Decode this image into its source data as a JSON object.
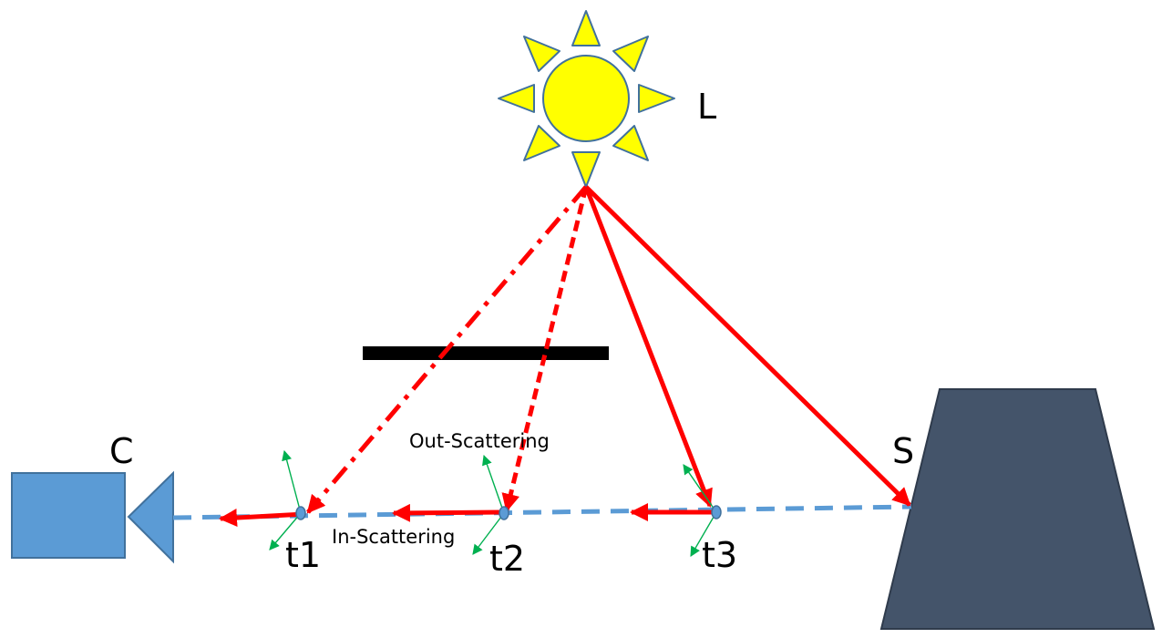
{
  "labels": {
    "light": "L",
    "camera": "C",
    "surface": "S",
    "point_1": "t1",
    "point_2": "t2",
    "point_3": "t3",
    "out_scattering": "Out-Scattering",
    "in_scattering": "In-Scattering"
  },
  "colors": {
    "sun_fill": "#ffff00",
    "sun_stroke": "#41719c",
    "camera_fill": "#5b9bd5",
    "camera_stroke": "#41719c",
    "surface_fill": "#44546a",
    "view_ray": "#5b9bd5",
    "light_ray": "#ff0000",
    "occluder": "#000000",
    "scatter_arrow": "#00b050",
    "sample_point": "#5b9bd5"
  }
}
